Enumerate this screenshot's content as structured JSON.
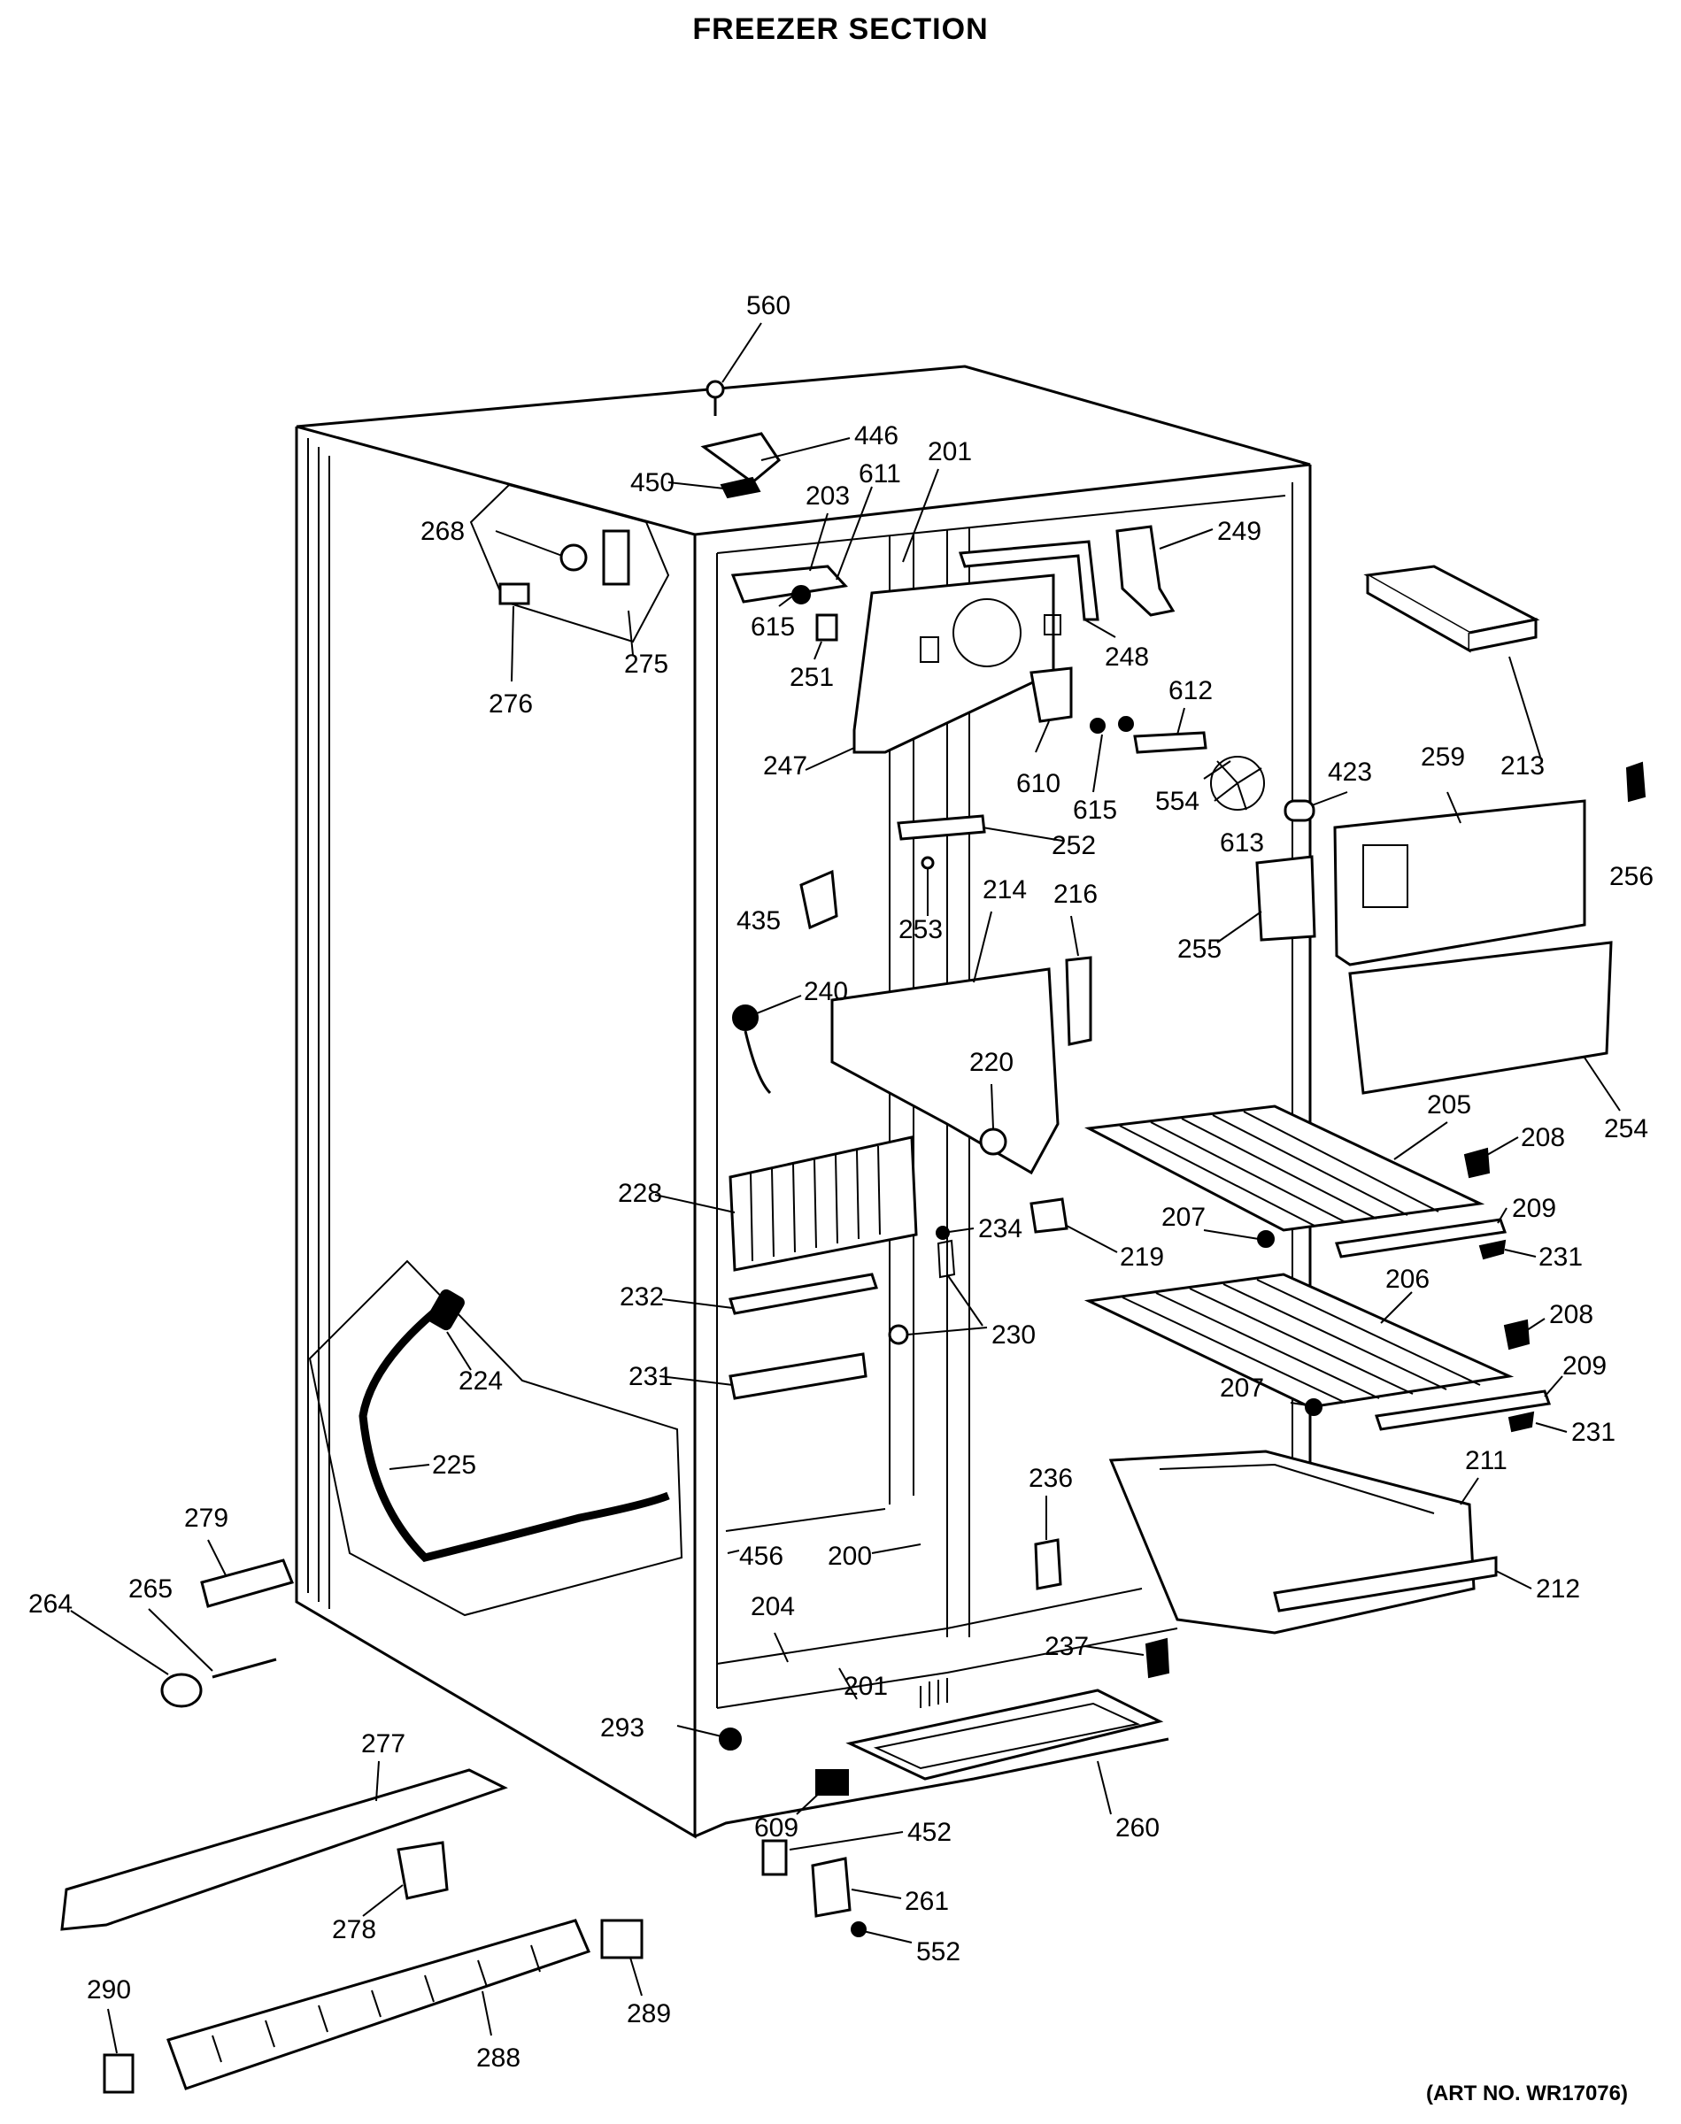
{
  "title": "FREEZER SECTION",
  "art_number": "(ART NO. WR17076)",
  "callouts": [
    {
      "id": "c560",
      "label": "560"
    },
    {
      "id": "c446",
      "label": "446"
    },
    {
      "id": "c450",
      "label": "450"
    },
    {
      "id": "c201a",
      "label": "201"
    },
    {
      "id": "c203",
      "label": "203"
    },
    {
      "id": "c611",
      "label": "611"
    },
    {
      "id": "c249",
      "label": "249"
    },
    {
      "id": "c268",
      "label": "268"
    },
    {
      "id": "c615a",
      "label": "615"
    },
    {
      "id": "c251",
      "label": "251"
    },
    {
      "id": "c248",
      "label": "248"
    },
    {
      "id": "c213",
      "label": "213"
    },
    {
      "id": "c276",
      "label": "276"
    },
    {
      "id": "c275",
      "label": "275"
    },
    {
      "id": "c612",
      "label": "612"
    },
    {
      "id": "c247",
      "label": "247"
    },
    {
      "id": "c610",
      "label": "610"
    },
    {
      "id": "c615b",
      "label": "615"
    },
    {
      "id": "c554",
      "label": "554"
    },
    {
      "id": "c423",
      "label": "423"
    },
    {
      "id": "c259",
      "label": "259"
    },
    {
      "id": "c613",
      "label": "613"
    },
    {
      "id": "c256",
      "label": "256"
    },
    {
      "id": "c252",
      "label": "252"
    },
    {
      "id": "c435",
      "label": "435"
    },
    {
      "id": "c253",
      "label": "253"
    },
    {
      "id": "c214",
      "label": "214"
    },
    {
      "id": "c216",
      "label": "216"
    },
    {
      "id": "c255",
      "label": "255"
    },
    {
      "id": "c240",
      "label": "240"
    },
    {
      "id": "c220",
      "label": "220"
    },
    {
      "id": "c254",
      "label": "254"
    },
    {
      "id": "c205",
      "label": "205"
    },
    {
      "id": "c208a",
      "label": "208"
    },
    {
      "id": "c228",
      "label": "228"
    },
    {
      "id": "c234",
      "label": "234"
    },
    {
      "id": "c207a",
      "label": "207"
    },
    {
      "id": "c209a",
      "label": "209"
    },
    {
      "id": "c219",
      "label": "219"
    },
    {
      "id": "c231a",
      "label": "231"
    },
    {
      "id": "c206",
      "label": "206"
    },
    {
      "id": "c232",
      "label": "232"
    },
    {
      "id": "c230",
      "label": "230"
    },
    {
      "id": "c208b",
      "label": "208"
    },
    {
      "id": "c224",
      "label": "224"
    },
    {
      "id": "c231b",
      "label": "231"
    },
    {
      "id": "c209b",
      "label": "209"
    },
    {
      "id": "c207b",
      "label": "207"
    },
    {
      "id": "c231c",
      "label": "231"
    },
    {
      "id": "c225",
      "label": "225"
    },
    {
      "id": "c236",
      "label": "236"
    },
    {
      "id": "c211",
      "label": "211"
    },
    {
      "id": "c279",
      "label": "279"
    },
    {
      "id": "c456",
      "label": "456"
    },
    {
      "id": "c200",
      "label": "200"
    },
    {
      "id": "c212",
      "label": "212"
    },
    {
      "id": "c264",
      "label": "264"
    },
    {
      "id": "c265",
      "label": "265"
    },
    {
      "id": "c204",
      "label": "204"
    },
    {
      "id": "c237",
      "label": "237"
    },
    {
      "id": "c201b",
      "label": "201"
    },
    {
      "id": "c293",
      "label": "293"
    },
    {
      "id": "c277",
      "label": "277"
    },
    {
      "id": "c260",
      "label": "260"
    },
    {
      "id": "c609",
      "label": "609"
    },
    {
      "id": "c452",
      "label": "452"
    },
    {
      "id": "c278",
      "label": "278"
    },
    {
      "id": "c261",
      "label": "261"
    },
    {
      "id": "c552",
      "label": "552"
    },
    {
      "id": "c290",
      "label": "290"
    },
    {
      "id": "c289",
      "label": "289"
    },
    {
      "id": "c288",
      "label": "288"
    }
  ]
}
